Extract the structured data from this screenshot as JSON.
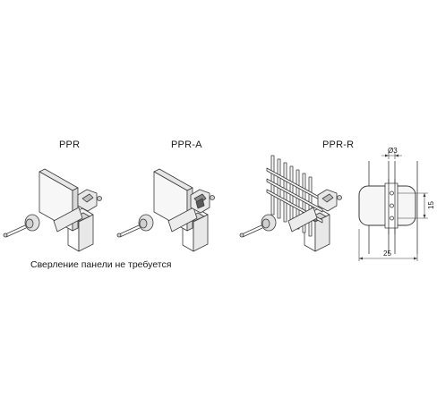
{
  "labels": {
    "ppr": "PPR",
    "ppr_a": "PPR-A",
    "ppr_r": "PPR-R"
  },
  "note": "Сверление панели не требуется",
  "dimensions": {
    "diameter": "Ø3",
    "height": "15",
    "width": "25"
  },
  "colors": {
    "stroke": "#3a3a3a",
    "fill": "#f2f2f2",
    "shade": "#d9d9d9"
  }
}
